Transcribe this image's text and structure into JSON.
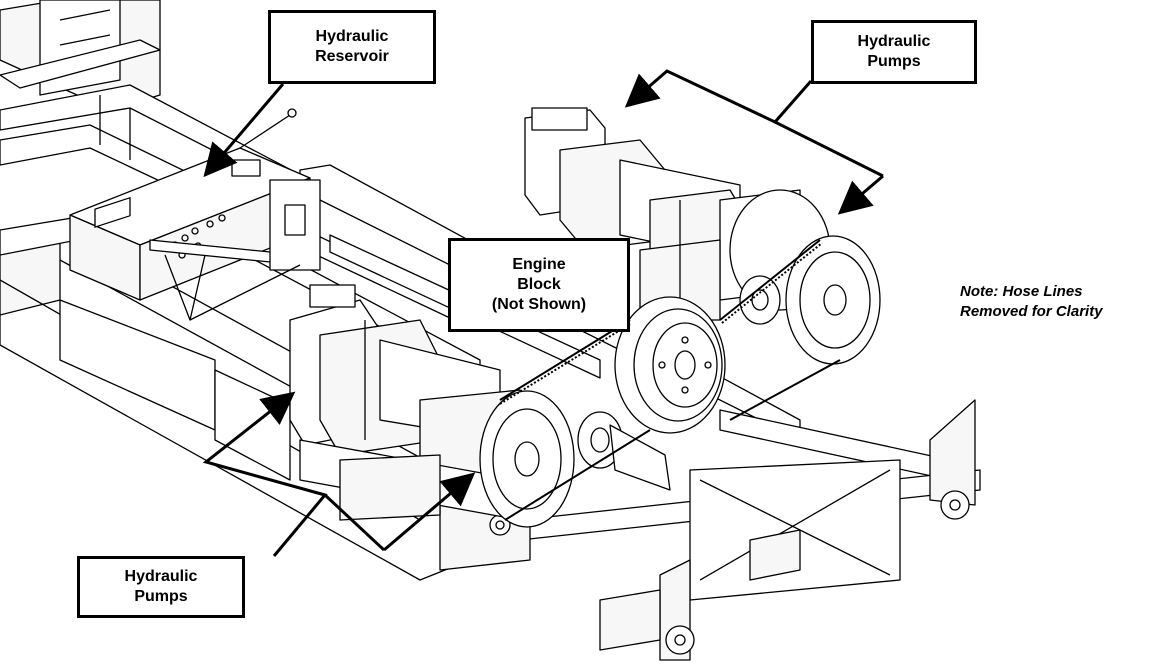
{
  "callouts": {
    "reservoir": {
      "line1": "Hydraulic",
      "line2": "Reservoir"
    },
    "pumps_top": {
      "line1": "Hydraulic",
      "line2": "Pumps"
    },
    "engine": {
      "line1": "Engine",
      "line2": "Block",
      "line3": "(Not Shown)"
    },
    "pumps_bottom": {
      "line1": "Hydraulic",
      "line2": "Pumps"
    }
  },
  "note": {
    "line1": "Note:  Hose Lines",
    "line2": "Removed for Clarity"
  },
  "colors": {
    "ink": "#000000",
    "background": "#ffffff",
    "metal_fill": "#f7f7f7"
  }
}
